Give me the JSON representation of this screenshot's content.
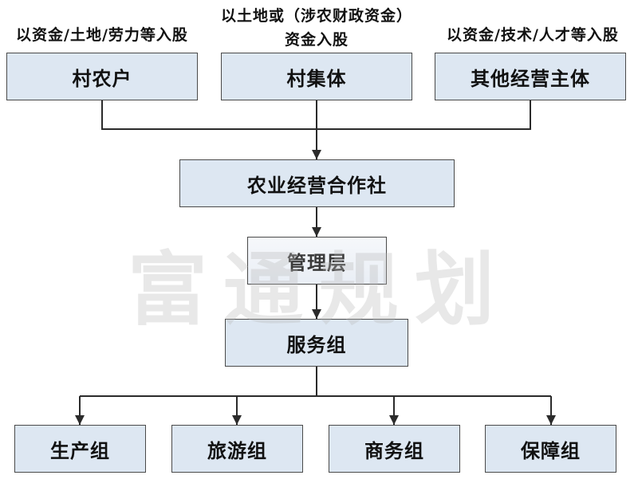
{
  "top_labels": {
    "left": "以资金/土地/劳力等入股",
    "center_line1": "以土地或（涉农财政资金）",
    "center_line2": "资金入股",
    "right": "以资金/技术/人才等入股"
  },
  "sources": {
    "farmers": "村农户",
    "collective": "村集体",
    "other_entities": "其他经营主体"
  },
  "cooperative": "农业经营合作社",
  "management": "管理层",
  "service_group": "服务组",
  "groups": {
    "production": "生产组",
    "tourism": "旅游组",
    "business": "商务组",
    "support": "保障组"
  },
  "watermark": "富通规划",
  "colors": {
    "box_fill": "#dde7f2",
    "box_border": "#4a4a4a",
    "connector": "#2b2b2b"
  }
}
